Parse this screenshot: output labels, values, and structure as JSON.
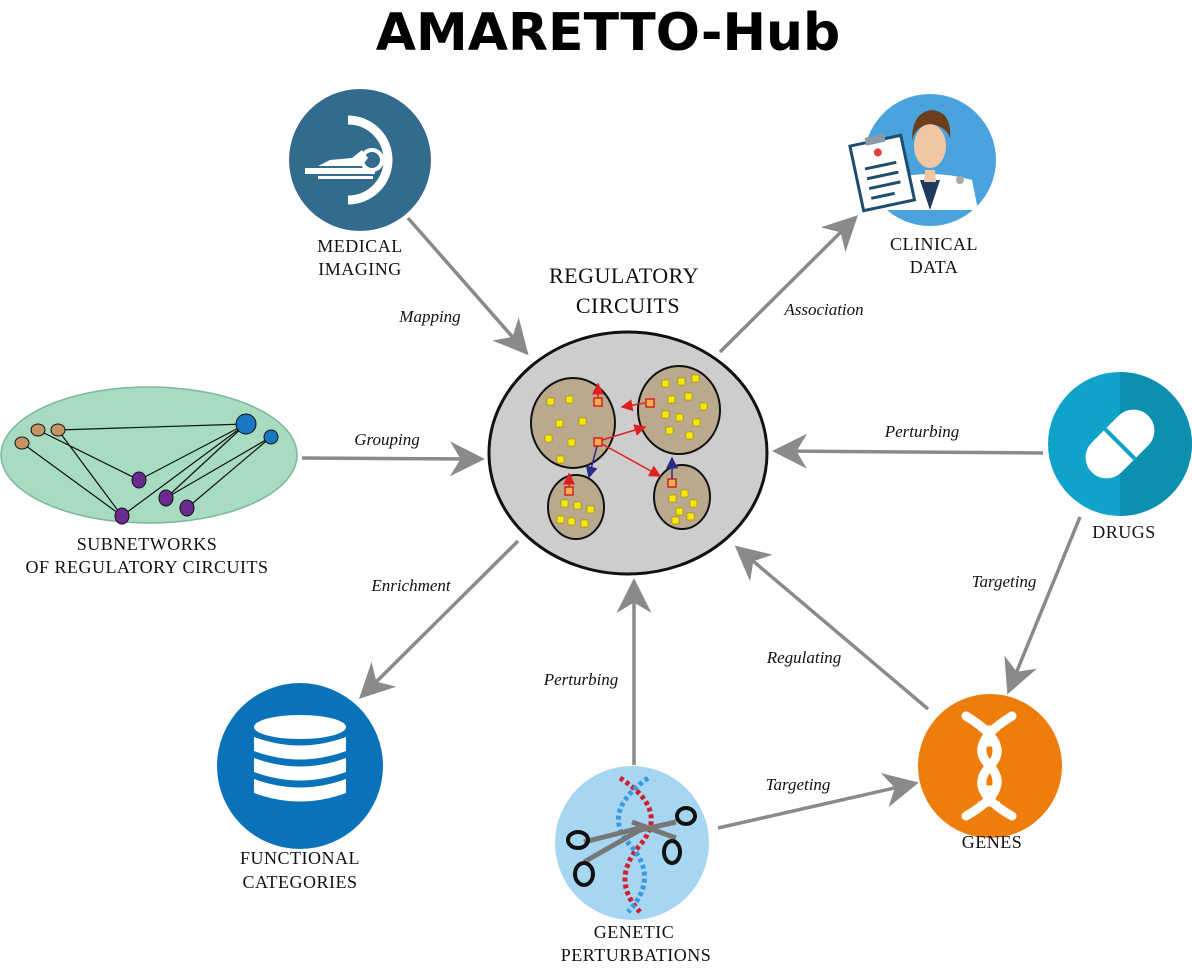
{
  "title": "AMARETTO-Hub",
  "center": {
    "label_line1": "REGULATORY",
    "label_line2": "CIRCUITS"
  },
  "nodes": {
    "medical_imaging": {
      "line1": "MEDICAL",
      "line2": "IMAGING"
    },
    "clinical_data": {
      "line1": "CLINICAL",
      "line2": "DATA"
    },
    "subnetworks": {
      "line1": "SUBNETWORKS",
      "line2": "OF REGULATORY CIRCUITS"
    },
    "drugs": {
      "line1": "DRUGS"
    },
    "functional_categories": {
      "line1": "FUNCTIONAL",
      "line2": "CATEGORIES"
    },
    "genes": {
      "line1": "GENES"
    },
    "genetic_perturbations": {
      "line1": "GENETIC",
      "line2": "PERTURBATIONS"
    }
  },
  "edges": {
    "mapping": "Mapping",
    "association": "Association",
    "grouping": "Grouping",
    "perturbing_drugs": "Perturbing",
    "targeting_drugs": "Targeting",
    "enrichment": "Enrichment",
    "regulating": "Regulating",
    "perturbing_genetic": "Perturbing",
    "targeting_genetic": "Targeting"
  },
  "colors": {
    "arrow": "#8a8a8a",
    "medical_imaging": "#336b8c",
    "clinical_data": "#4aa3dc",
    "drugs": "#0fa3c9",
    "functional_categories": "#0a72b9",
    "genes": "#ef7d0c",
    "genetic_perturbations": "#a7d6f2",
    "subnetworks": "#a7dcc0",
    "center": "#cdcdcd",
    "module": "#bba98e"
  }
}
